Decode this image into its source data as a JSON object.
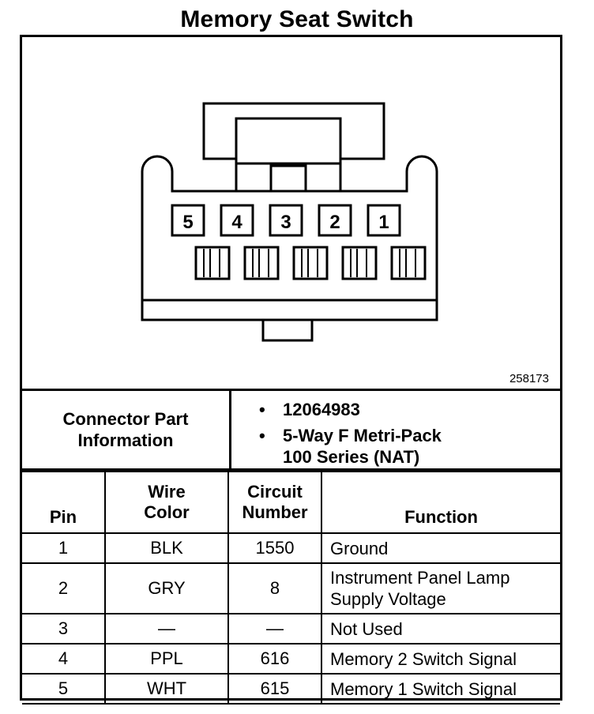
{
  "title": "Memory Seat Switch",
  "figure": {
    "number": "258173",
    "pin_labels": [
      "5",
      "4",
      "3",
      "2",
      "1"
    ]
  },
  "connector_info": {
    "label_line1": "Connector Part",
    "label_line2": "Information",
    "items": [
      {
        "line1": "12064983",
        "line2": ""
      },
      {
        "line1": "5-Way F Metri-Pack",
        "line2": "100 Series (NAT)"
      }
    ]
  },
  "table": {
    "headers": {
      "pin": "Pin",
      "wire_line1": "Wire",
      "wire_line2": "Color",
      "circuit_line1": "Circuit",
      "circuit_line2": "Number",
      "function": "Function"
    },
    "rows": [
      {
        "pin": "1",
        "wire": "BLK",
        "circuit": "1550",
        "function_line1": "Ground",
        "function_line2": ""
      },
      {
        "pin": "2",
        "wire": "GRY",
        "circuit": "8",
        "function_line1": "Instrument Panel Lamp",
        "function_line2": "Supply Voltage"
      },
      {
        "pin": "3",
        "wire": "—",
        "circuit": "—",
        "function_line1": "Not Used",
        "function_line2": ""
      },
      {
        "pin": "4",
        "wire": "PPL",
        "circuit": "616",
        "function_line1": "Memory 2 Switch Signal",
        "function_line2": ""
      },
      {
        "pin": "5",
        "wire": "WHT",
        "circuit": "615",
        "function_line1": "Memory 1 Switch Signal",
        "function_line2": ""
      }
    ]
  }
}
